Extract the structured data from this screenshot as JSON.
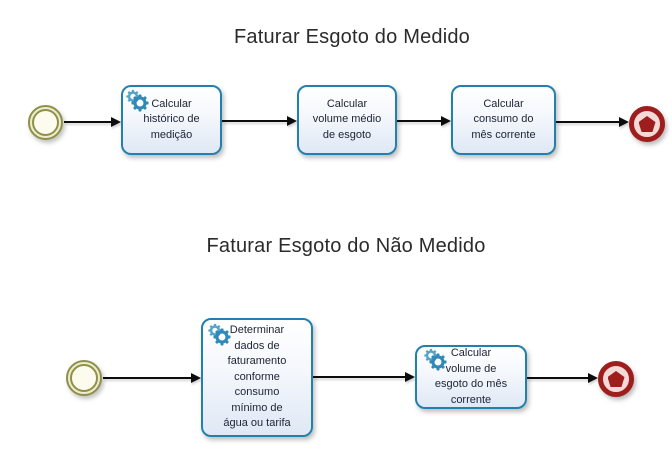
{
  "diagram_type": "bpmn-process",
  "processes": [
    {
      "title": "Faturar Esgoto do Medido",
      "start_event": "start-event",
      "tasks": [
        {
          "label": "Calcular\nhistórico de\nmedição",
          "icon": "service-gears-icon"
        },
        {
          "label": "Calcular\nvolume médio\nde esgoto"
        },
        {
          "label": "Calcular\nconsumo do\nmês corrente"
        }
      ],
      "end_event": "end-event"
    },
    {
      "title": "Faturar Esgoto do Não Medido",
      "start_event": "start-event",
      "tasks": [
        {
          "label": "Determinar\ndados de\nfaturamento\nconforme\nconsumo\nmínimo de\nágua ou tarifa",
          "icon": "service-gears-icon"
        },
        {
          "label": "Calcular\nvolume de\nesgoto do mês\ncorrente",
          "icon": "service-gears-icon"
        }
      ],
      "end_event": "end-event"
    }
  ],
  "colors": {
    "task_border": "#2380ac",
    "task_fill_top": "#ffffff",
    "task_fill_bottom": "#dfe8f5",
    "task_text": "#1c2333",
    "gear_blue_light": "#54a3cb",
    "gear_blue_dark": "#2f89b8",
    "start_event_ring": "#8f9148",
    "start_event_fill": "#fdfbee",
    "end_event_ring": "#9e1d1d",
    "end_event_fill": "#f5d8d8",
    "flow_line": "#0c0c0c",
    "title_text": "#2b2b2b"
  }
}
